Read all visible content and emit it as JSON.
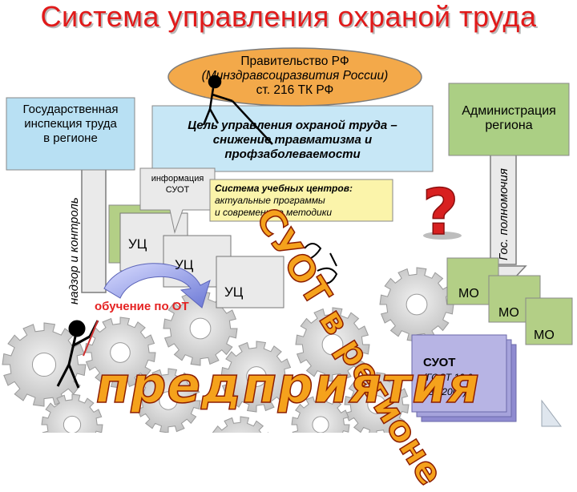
{
  "title": "Система управления охраной труда",
  "government": {
    "line1": "Правительство РФ",
    "line2": "(Минздравсоцразвития России)",
    "line3": "ст. 216 ТК РФ"
  },
  "inspection": {
    "line1": "Государственная",
    "line2": "инспекция труда",
    "line3": "в регионе"
  },
  "supervision_label": "надзор и контроль",
  "administration": {
    "line1": "Администрация",
    "line2": "региона"
  },
  "authority_label": "Гос. полномочия",
  "goal": {
    "line1": "Цель управления охраной труда –",
    "line2": "снижение травматизма и",
    "line3": "профзаболеваемости"
  },
  "info_box": {
    "line1": "информация",
    "line2": "СУОТ"
  },
  "training_system": {
    "line1": "Система учебных центров:",
    "line2": "актуальные программы",
    "line3": "и современные методики"
  },
  "training_centers": [
    "УЦ",
    "УЦ",
    "УЦ"
  ],
  "training_label": "обучение  по ОТ",
  "municipalities": [
    "МО",
    "МО",
    "МО"
  ],
  "suot_in_region": "СУОТ в регионе",
  "suot_box": {
    "title": "СУОТ",
    "line1": "(ГОСТ 12.0.",
    "line2": "230.2007)"
  },
  "enterprises": "предприятия",
  "colors": {
    "title": "#e11a1a",
    "government_fill": "#f3a94a",
    "inspection_fill": "#b8e0f3",
    "goal_fill": "#c7e7f6",
    "administration_fill": "#abcf84",
    "training_fill": "#fbf4aa",
    "municipality_fill": "#b3cf86",
    "suot_fill": "#b7b4e4",
    "gear_fill": "#cccccc",
    "accent_orange": "#f5a21c"
  }
}
